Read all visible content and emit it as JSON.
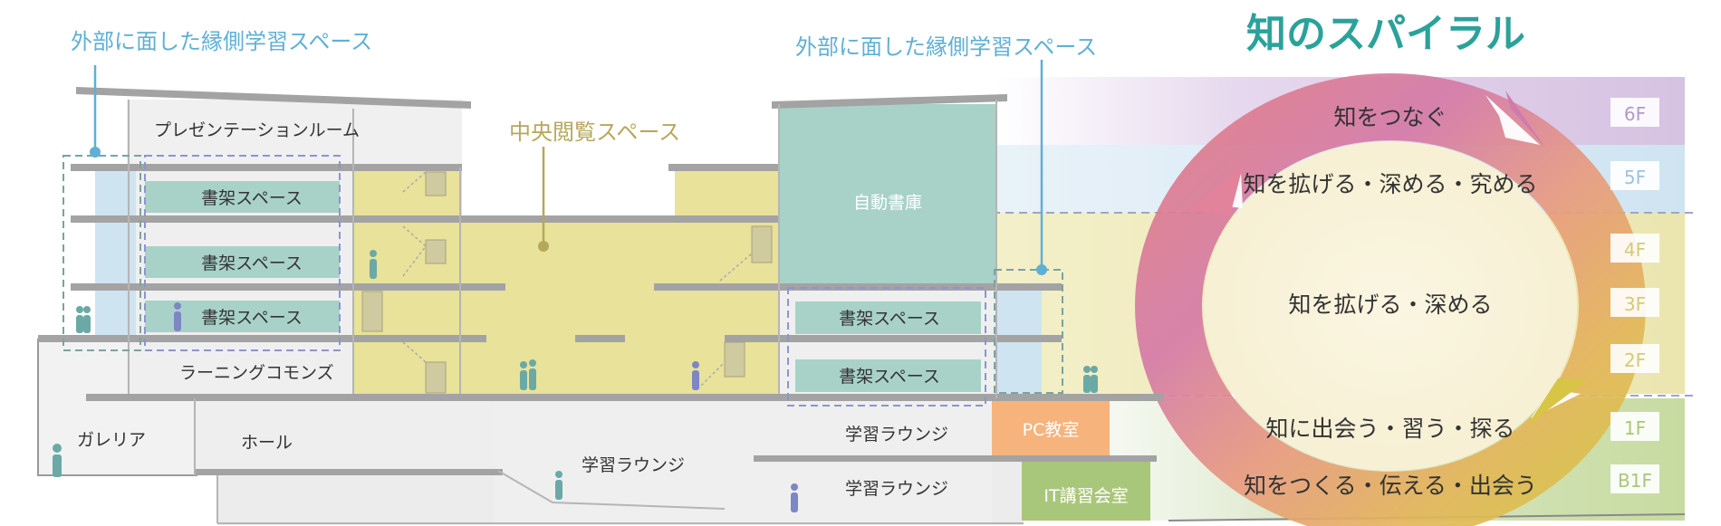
{
  "title": "知のスパイラル",
  "labels": {
    "veranda_left": "外部に面した縁側学習スペース",
    "veranda_right": "外部に面した縁側学習スペース",
    "central_reading": "中央閲覧スペース",
    "presentation_room": "プレゼンテーションルーム",
    "auto_stack": "自動書庫",
    "shelf": "書架スペース",
    "learning_commons": "ラーニングコモンズ",
    "galleria": "ガレリア",
    "hall": "ホール",
    "learning_lounge": "学習ラウンジ",
    "pc_room": "PC教室",
    "it_room": "IT講習会室"
  },
  "spiral": {
    "ring": [
      "知をつなぐ",
      "知を拡げる・深める・究める",
      "知に出会う・習う・探る",
      "知をつくる・伝える・出会う"
    ],
    "center": "知を拡げる・深める"
  },
  "floors": [
    "6F",
    "5F",
    "4F",
    "3F",
    "2F",
    "1F",
    "B1F"
  ],
  "colors": {
    "accent_teal": "#2aa29a",
    "label_blue": "#5fb0d4",
    "label_olive": "#b6a85a",
    "band_purple": "#d9c8e4",
    "band_blue": "#cfe4f1",
    "band_yellow": "#ece7b5",
    "band_green": "#c7dba0"
  }
}
